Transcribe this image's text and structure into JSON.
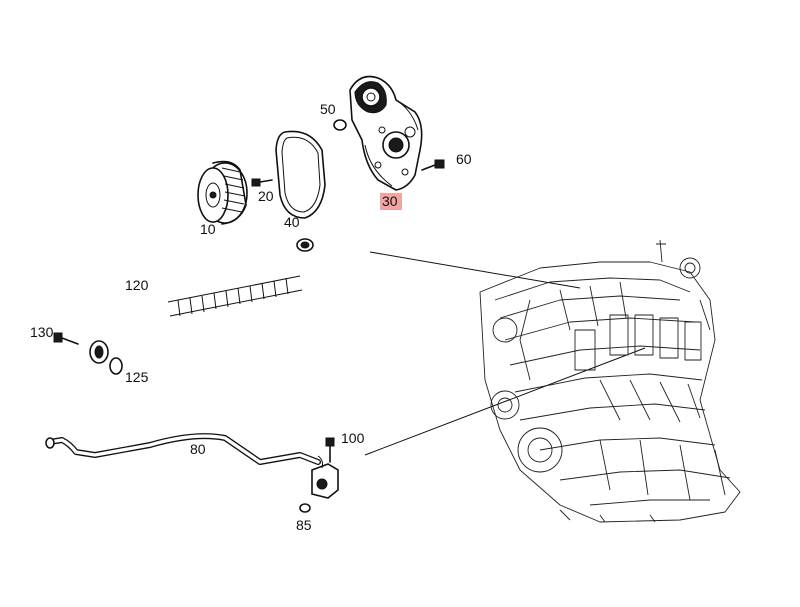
{
  "callouts": {
    "c10": "10",
    "c20": "20",
    "c30": "30",
    "c40": "40",
    "c50": "50",
    "c60": "60",
    "c80": "80",
    "c85": "85",
    "c100": "100",
    "c120": "120",
    "c125": "125",
    "c130": "130"
  },
  "highlight_color": "#f4a3a3"
}
